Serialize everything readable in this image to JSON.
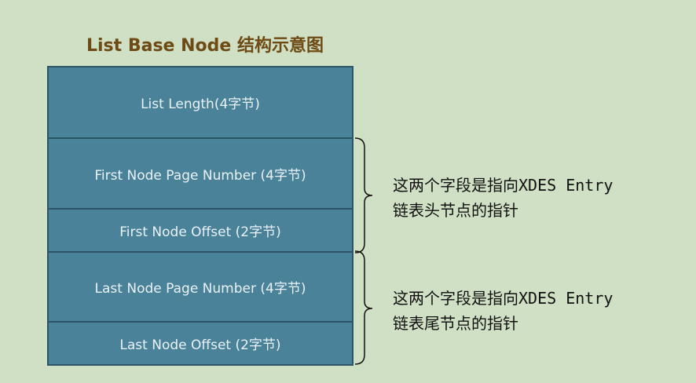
{
  "title": "List Base Node 结构示意图",
  "rows": [
    {
      "label": "List Length(4字节)"
    },
    {
      "label": "First Node Page Number (4字节)"
    },
    {
      "label": "First Node Offset (2字节)"
    },
    {
      "label": "Last Node Page Number (4字节)"
    },
    {
      "label": "Last Node Offset (2字节)"
    }
  ],
  "annotations": [
    {
      "line1": "这两个字段是指向XDES Entry",
      "line2": "链表头节点的指针"
    },
    {
      "line1": "这两个字段是指向XDES Entry",
      "line2": "链表尾节点的指针"
    }
  ]
}
